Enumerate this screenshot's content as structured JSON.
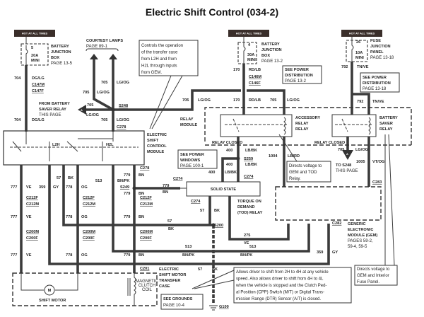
{
  "title": "Electric Shift Control (034-2)",
  "hot_tags": [
    "HOT AT ALL TIMES",
    "HOT AT ALL TIMES",
    "HOT AT ALL TIMES"
  ],
  "fuse_boxes": [
    {
      "fuse": "5",
      "rating": "20A",
      "type": "MINI",
      "lines": [
        "BATTERY",
        "JUNCTION",
        "BOX",
        "PAGE 13-5"
      ]
    },
    {
      "fuse": "4",
      "rating": "30A",
      "type": "MINI",
      "lines": [
        "BATTERY",
        "JUNCTION",
        "BOX",
        "PAGE 13-2"
      ]
    },
    {
      "fuse": "26",
      "rating": "10A",
      "type": "MINI",
      "lines": [
        "FUSE",
        "JUNCTION",
        "PANEL",
        "PAGE 13-18"
      ]
    }
  ],
  "wires": [
    {
      "circuit": "704",
      "color": "DG/LG"
    },
    {
      "circuit": "704",
      "color": "DG/LG"
    },
    {
      "circuit": "705",
      "color": "LG/OG"
    },
    {
      "circuit": "705",
      "color": "LG/OG"
    },
    {
      "circuit": "705",
      "color": "LG/OG"
    },
    {
      "circuit": "705",
      "color": "LG/OG"
    },
    {
      "circuit": "705",
      "color": "LG/OG"
    },
    {
      "circuit": "170",
      "color": "RD/LB"
    },
    {
      "circuit": "170",
      "color": "RD/LB"
    },
    {
      "circuit": "705",
      "color": "LG/OG"
    },
    {
      "circuit": "792",
      "color": "TN/VE"
    },
    {
      "circuit": "792",
      "color": "TN/VE"
    },
    {
      "circuit": "400",
      "color": "LB/BK"
    },
    {
      "circuit": "400",
      "color": "LB/BK"
    },
    {
      "circuit": "400",
      "color": "LB/BK"
    },
    {
      "circuit": "1004",
      "color": "LB/RD"
    },
    {
      "circuit": "705",
      "color": "LG/OG"
    },
    {
      "circuit": "1005",
      "color": "VT/OG"
    },
    {
      "circuit": "777",
      "color": "VE"
    },
    {
      "circuit": "359",
      "color": "GY"
    },
    {
      "circuit": "57",
      "color": "BK"
    },
    {
      "circuit": "778",
      "color": "OG"
    },
    {
      "circuit": "513",
      "color": "BN/PK"
    },
    {
      "circuit": "779",
      "color": "BN"
    },
    {
      "circuit": "779",
      "color": "BN"
    },
    {
      "circuit": "779",
      "color": "BN"
    },
    {
      "circuit": "777",
      "color": "VE"
    },
    {
      "circuit": "778",
      "color": "OG"
    },
    {
      "circuit": "779",
      "color": "BN"
    },
    {
      "circuit": "57",
      "color": "BK"
    },
    {
      "circuit": "57",
      "color": "BK"
    },
    {
      "circuit": "275",
      "color": "VE"
    },
    {
      "circuit": "513",
      "color": "BN/PK"
    },
    {
      "circuit": "513",
      "color": "BN/PK"
    },
    {
      "circuit": "359",
      "color": "GY"
    },
    {
      "circuit": "777",
      "color": "VE"
    },
    {
      "circuit": "778",
      "color": "OG"
    },
    {
      "circuit": "779",
      "color": "BN"
    },
    {
      "circuit": "57",
      "color": "BK"
    }
  ],
  "connectors": {
    "c147m": "C147M",
    "c147f": "C147F",
    "c278_top": "C278",
    "s248": "S248",
    "c146m": "C146M",
    "c146f": "C146F",
    "c278": "C278",
    "s249": "S249",
    "c212f_1": "C212F",
    "c212m_1": "C212M",
    "c212f_2": "C212F",
    "c212m_2": "C212M",
    "c212f_3": "C212F",
    "c212m_3": "C212M",
    "c274_a": "C274",
    "c274_b": "C274",
    "c274_c": "C274",
    "s259": "S259",
    "s200": "S200",
    "c200m_1": "C200M",
    "c200f_1": "C200F",
    "c200m_2": "C200M",
    "c200f_2": "C200F",
    "c200m_3": "C200M",
    "c200f_3": "C200F",
    "c201": "C201",
    "c283": "C283",
    "c282": "C282",
    "g100": "G100"
  },
  "components": {
    "courtesy_lamps": [
      "COURTESY LAMPS",
      "PAGE 89-1"
    ],
    "from_battery_saver": [
      "FROM BATTERY",
      "SAVER RELAY",
      "THIS PAGE"
    ],
    "ref_a": "A",
    "relay_module": [
      "RELAY",
      "MODULE"
    ],
    "esc_module": [
      "ELECTRIC",
      "SHIFT",
      "CONTROL",
      "MODULE"
    ],
    "l2h": "L2H",
    "h2l": "H2L",
    "accessory_relay": [
      "ACCESSORY",
      "RELAY",
      "RELAY"
    ],
    "battery_saver_relay": [
      "BATTERY",
      "SAVER",
      "RELAY"
    ],
    "relay_closed": "RELAY CLOSED",
    "to_s248": [
      "TO S248",
      "THIS PAGE"
    ],
    "solid_state": "SOLID STATE",
    "tod_relay": [
      "TORQUE ON",
      "DEMAND",
      "(TOD) RELAY"
    ],
    "gem": [
      "GENERIC",
      "ELECTRONIC",
      "MODULE (GEM)",
      "PAGES 59-2,",
      "59-4, 59-5"
    ],
    "transfer_case": [
      "ELECTRIC",
      "SHIFT MOTOR",
      "TRANSFER",
      "CASE"
    ],
    "shift_motor": "SHIFT MOTOR",
    "motor_symbol": "M",
    "clutch_coil": [
      "MAGNETIC",
      "CLUTCH",
      "COIL"
    ]
  },
  "references": {
    "power_dist_1": [
      "SEE POWER",
      "DISTRIBUTION",
      "PAGE 13-2"
    ],
    "power_dist_2": [
      "SEE POWER",
      "DISTRIBUTION",
      "PAGE 13-18"
    ],
    "power_windows": [
      "SEE POWER",
      "WINDOWS",
      "PAGE 100-1"
    ],
    "grounds": [
      "SEE GROUNDS",
      "PAGE 10-4"
    ]
  },
  "notes": {
    "controls": [
      "Controls the operation",
      "of the transfer case",
      "from L2H and from",
      "H2L through inputs",
      "from GEM."
    ],
    "gem_tod": [
      "Directs voltage to",
      "GEM and TOD",
      "Relay."
    ],
    "allows": [
      "Allows driver to shift from 2H to 4H at any vehicle",
      "speed.  Also allows driver to shift from 4H to 4L",
      "when the vehicle is stopped and the Clutch Ped-",
      "al Position (CPP) Switch (M/T) or Digital Trans-",
      "mission Range (DTR) Sensor (A/T) is closed."
    ],
    "gem_fuse": [
      "Directs voltage to",
      "GEM and Interior",
      "Fuse Panel."
    ]
  },
  "colors": {
    "wire": "#3b3b3b",
    "tag_background": "#3a2e2a"
  }
}
